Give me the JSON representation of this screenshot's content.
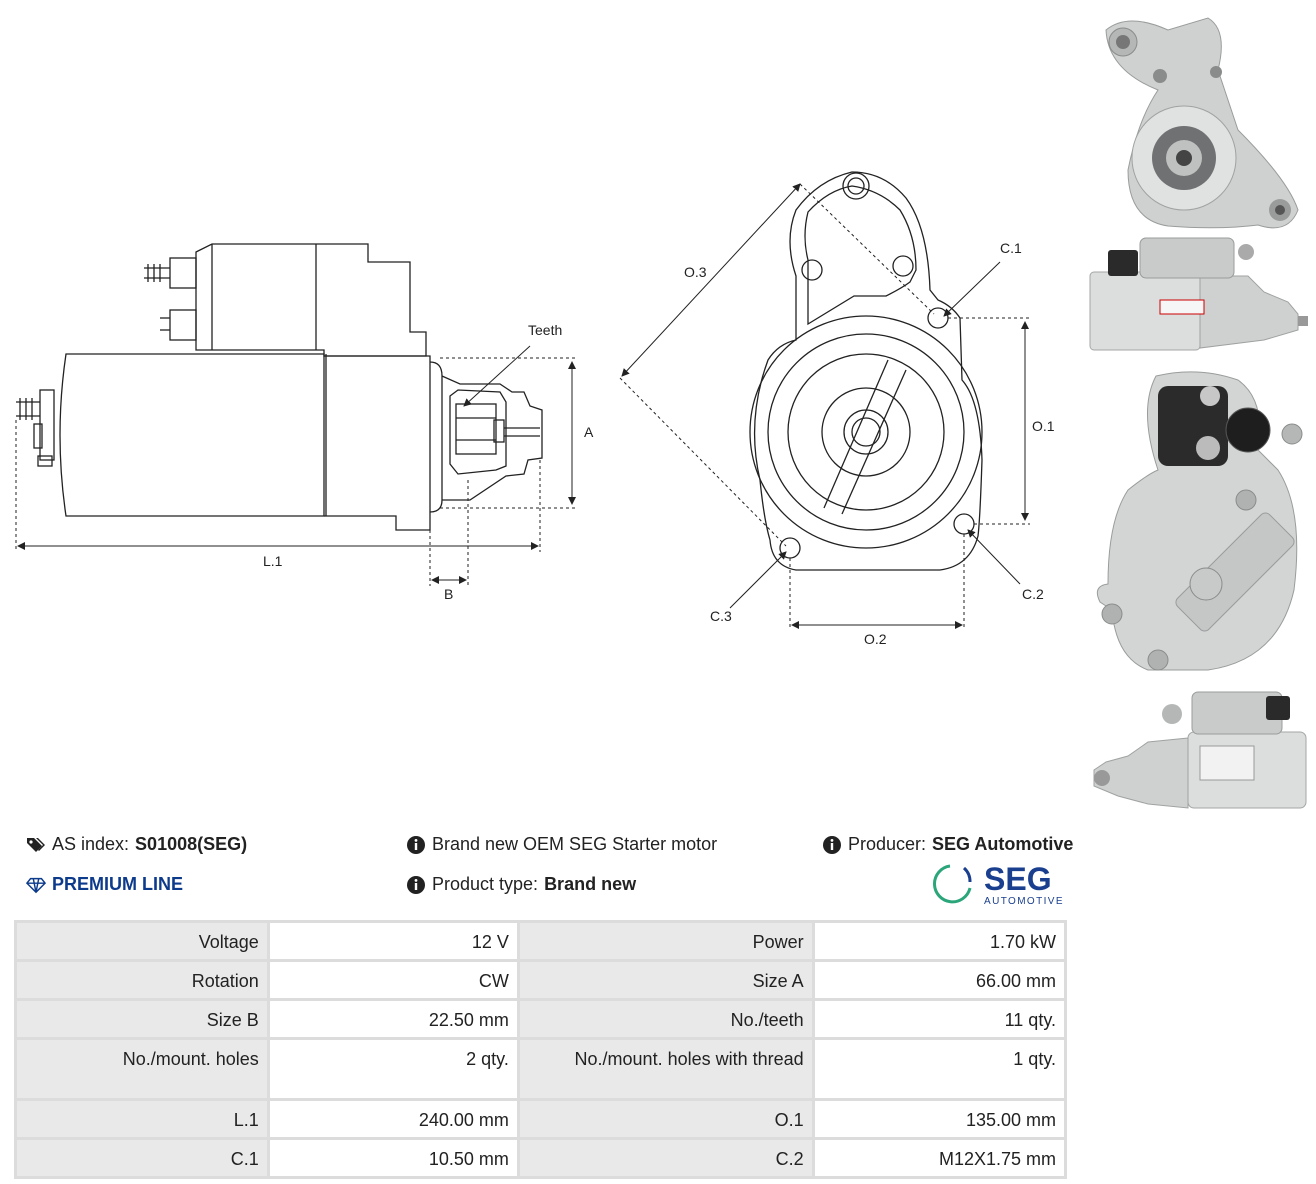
{
  "drawing": {
    "labels": {
      "teeth": "Teeth",
      "a": "A",
      "b": "B",
      "l1": "L.1",
      "o1": "O.1",
      "o2": "O.2",
      "o3": "O.3",
      "c1": "C.1",
      "c2": "C.2",
      "c3": "C.3"
    }
  },
  "photos": [
    "front-view-photo",
    "top-view-photo",
    "rear-view-photo",
    "side-view-photo"
  ],
  "info": {
    "as_index_label": "AS index:",
    "as_index_value": "S01008(SEG)",
    "premium_line": "PREMIUM LINE",
    "description": "Brand new OEM SEG Starter motor",
    "product_type_label": "Product type:",
    "product_type_value": "Brand new",
    "producer_label": "Producer:",
    "producer_value": "SEG Automotive",
    "logo_main": "SEG",
    "logo_sub": "AUTOMOTIVE"
  },
  "colors": {
    "premium": "#0d3b8c",
    "logo_blue": "#1a3f8f",
    "logo_green": "#2aa67a",
    "label_bg": "#e9e9e9"
  },
  "specs": [
    [
      {
        "label": "Voltage",
        "value": "12 V"
      },
      {
        "label": "Power",
        "value": "1.70 kW"
      }
    ],
    [
      {
        "label": "Rotation",
        "value": "CW"
      },
      {
        "label": "Size A",
        "value": "66.00 mm"
      }
    ],
    [
      {
        "label": "Size B",
        "value": "22.50 mm"
      },
      {
        "label": "No./teeth",
        "value": "11 qty."
      }
    ],
    [
      {
        "label": "No./mount. holes",
        "value": "2 qty."
      },
      {
        "label": "No./mount. holes with thread",
        "value": "1 qty."
      }
    ],
    [
      {
        "label": "L.1",
        "value": "240.00 mm"
      },
      {
        "label": "O.1",
        "value": "135.00 mm"
      }
    ],
    [
      {
        "label": "C.1",
        "value": "10.50 mm"
      },
      {
        "label": "C.2",
        "value": "M12X1.75 mm"
      }
    ]
  ]
}
